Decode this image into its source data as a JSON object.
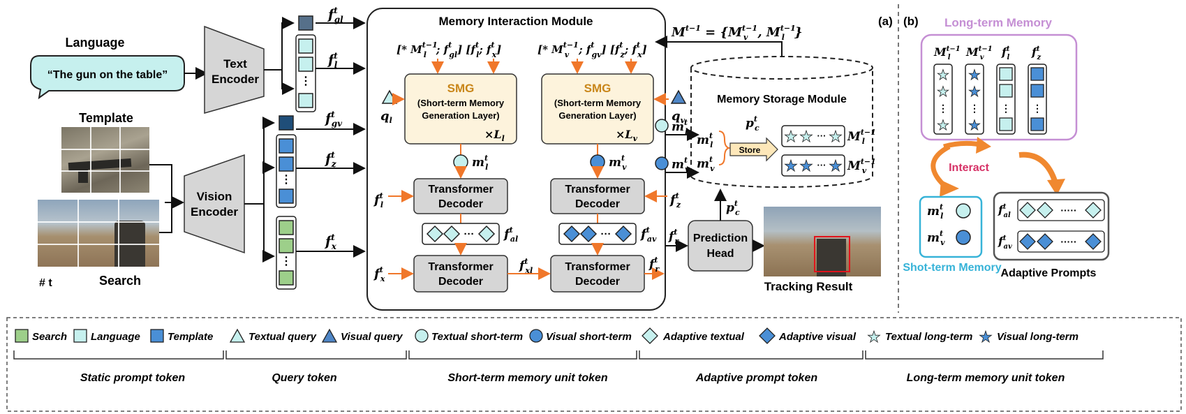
{
  "panel_a_label": "(a)",
  "panel_b_label": "(b)",
  "language": {
    "title": "Language",
    "text": "“The gun on the table”"
  },
  "inputs": {
    "template_label": "Template",
    "search_label": "Search",
    "frame_label": "# t"
  },
  "encoders": {
    "text": [
      "Text",
      "Encoder"
    ],
    "vision": [
      "Vision",
      "Encoder"
    ]
  },
  "mim": {
    "title": "Memory Interaction Module",
    "in_left": "[* M",
    "smg_title": "SMG",
    "smg_sub1": "(Short-term Memory",
    "smg_sub2": "Generation Layer)",
    "decoder": [
      "Transformer",
      "Decoder"
    ]
  },
  "memory": {
    "top_formula": "M",
    "storage_title": "Memory Storage Module",
    "store_label": "Store"
  },
  "head": {
    "label": [
      "Prediction",
      "Head"
    ],
    "result_label": "Tracking Result"
  },
  "panel_b": {
    "long_term_title": "Long-term Memory",
    "interact_label": "Interact",
    "short_term_title": "Shot-term Memory",
    "adaptive_title": "Adaptive Prompts"
  },
  "legend": {
    "items": [
      "Search",
      "Language",
      "Template",
      "Textual query",
      "Visual query",
      "Textual short-term",
      "Visual short-term",
      "Adaptive textual",
      "Adaptive visual",
      "Textual long-term",
      "Visual long-term"
    ],
    "groups": [
      "Static prompt token",
      "Query token",
      "Short-term memory unit token",
      "Adaptive prompt token",
      "Long-term memory unit token"
    ]
  },
  "colors": {
    "search_green": "#9dcf8a",
    "language_cyan": "#c6f0ee",
    "template_blue": "#4a8fd6",
    "query_blue": "#4f86c6",
    "orange": "#f0772a",
    "smg_fill": "#fdf3dc",
    "decoder_fill": "#d6d6d6",
    "lt_memory_border": "#c58fd4",
    "st_memory_border": "#37b3d8",
    "interact_red": "#d63166"
  }
}
